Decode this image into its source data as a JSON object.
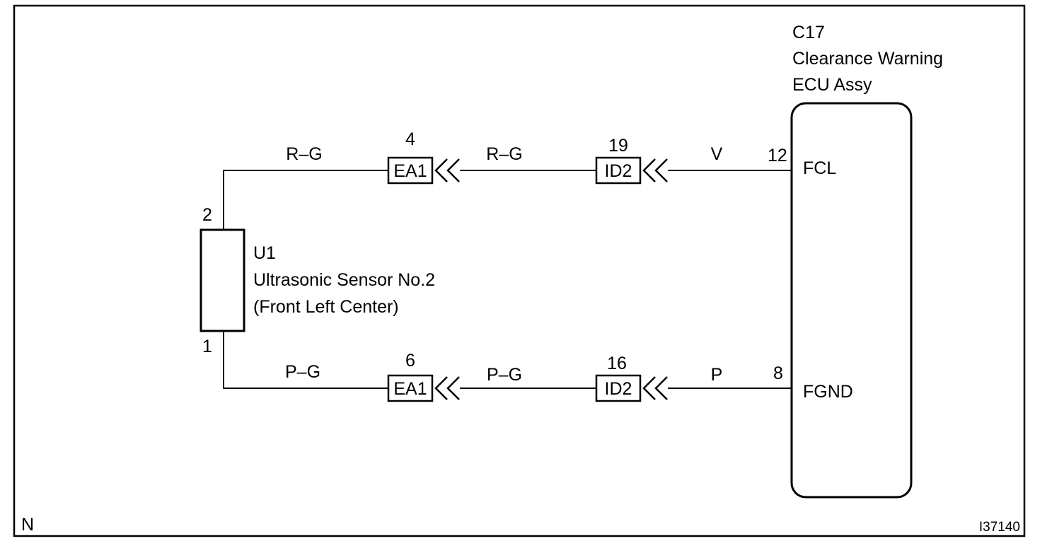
{
  "ecu": {
    "code": "C17",
    "name_line1": "Clearance Warning",
    "name_line2": "ECU Assy",
    "pin_fcl": "FCL",
    "pin_fgnd": "FGND",
    "pin_fcl_no": "12",
    "pin_fgnd_no": "8"
  },
  "sensor": {
    "code": "U1",
    "name_line1": "Ultrasonic Sensor No.2",
    "name_line2": "(Front Left Center)",
    "pin_top": "2",
    "pin_bottom": "1"
  },
  "top_circuit": {
    "wire_sensor": "R–G",
    "wire_mid": "R–G",
    "wire_ecu": "V",
    "connector_left": "EA1",
    "connector_left_pin": "4",
    "connector_right": "ID2",
    "connector_right_pin": "19"
  },
  "bottom_circuit": {
    "wire_sensor": "P–G",
    "wire_mid": "P–G",
    "wire_ecu": "P",
    "connector_left": "EA1",
    "connector_left_pin": "6",
    "connector_right": "ID2",
    "connector_right_pin": "16"
  },
  "footer": {
    "corner_left": "N",
    "figure_id": "I37140"
  }
}
